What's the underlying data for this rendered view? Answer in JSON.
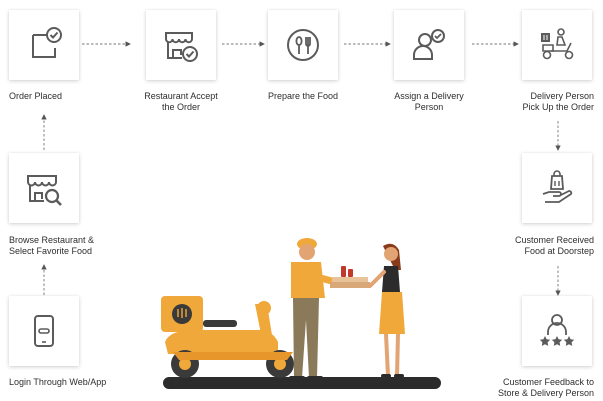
{
  "colors": {
    "accent": "#f0a83a",
    "icon": "#5b5b5b",
    "dash": "#666666",
    "ground": "#2c2c2c"
  },
  "steps": [
    {
      "id": "order_placed",
      "label": "Order Placed",
      "icon": "order-checkbox-icon"
    },
    {
      "id": "restaurant_accept",
      "label": "Restaurant Accept\nthe Order",
      "icon": "store-check-icon"
    },
    {
      "id": "prepare_food",
      "label": "Prepare the Food",
      "icon": "spoon-fork-icon"
    },
    {
      "id": "assign_delivery",
      "label": "Assign a Delivery\nPerson",
      "icon": "person-check-icon"
    },
    {
      "id": "pickup",
      "label": "Delivery Person\nPick Up the Order",
      "icon": "delivery-scooter-icon"
    },
    {
      "id": "received",
      "label": "Customer Received\nFood at Doorstep",
      "icon": "hand-bag-icon"
    },
    {
      "id": "feedback",
      "label": "Customer Feedback to\nStore & Delivery Person",
      "icon": "person-stars-icon"
    },
    {
      "id": "browse",
      "label": "Browse Restaurant &\nSelect Favorite Food",
      "icon": "store-search-icon"
    },
    {
      "id": "login",
      "label": "Login Through Web/App",
      "icon": "mobile-phone-icon"
    }
  ]
}
